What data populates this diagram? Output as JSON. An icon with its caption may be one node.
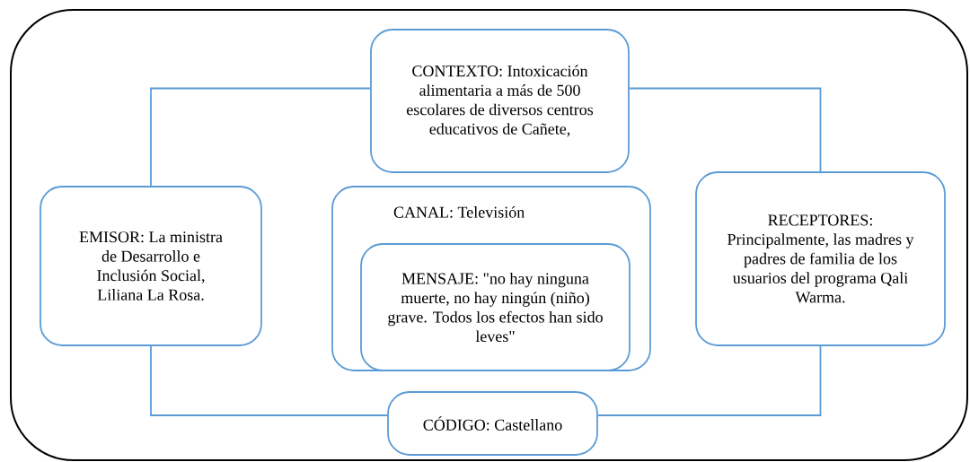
{
  "diagram": {
    "nodes": [
      {
        "text": [
          "CONTEXTO: Intoxicación alimentaria a más de 500 escolares de diversos centros educativos de Cañete,"
        ]
      },
      {
        "text": [
          "EMISOR: La ministra de Desarrollo e Inclusión Social, Liliana La Rosa."
        ]
      },
      {
        "text": [
          "CANAL: Televisión"
        ]
      },
      {
        "text": [
          "MENSAJE: \"no hay ninguna muerte, no hay ningún (niño) grave. Todos los efectos han sido leves\""
        ],
        "in": 2
      },
      {
        "text": [
          "RECEPTORES: Principalmente, las madres y padres de familia de los usuarios del programa Qali Warma."
        ]
      },
      {
        "text": [
          "CÓDIGO: Castellano"
        ]
      }
    ],
    "edges": [
      {
        "from": 0,
        "to": 1,
        "arrow": "none"
      },
      {
        "from": 0,
        "to": 4,
        "arrow": "none"
      },
      {
        "from": 1,
        "to": 5,
        "arrow": "none"
      },
      {
        "from": 4,
        "to": 5,
        "arrow": "none"
      }
    ]
  }
}
